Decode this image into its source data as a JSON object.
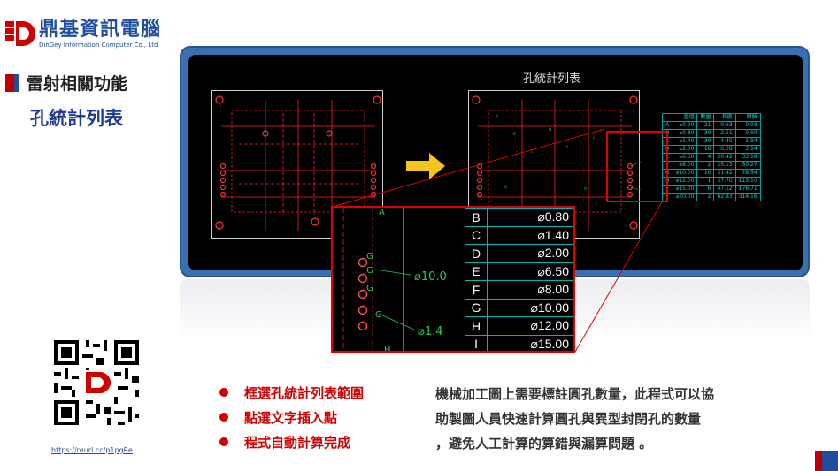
{
  "logo": {
    "name": "鼎基資訊電腦",
    "english": "DinGey Information Computer Co., Ltd"
  },
  "section": {
    "title": "雷射相關功能",
    "subtitle": "孔統計列表"
  },
  "screen": {
    "drawing_title": "孔統計列表",
    "hole_table": {
      "headers": [
        "",
        "直徑",
        "數量",
        "長度",
        "面積"
      ],
      "rows": [
        [
          "A",
          "⌀0.20",
          "21",
          "0.63",
          "0.03"
        ],
        [
          "B",
          "⌀0.80",
          "30",
          "2.51",
          "0.50"
        ],
        [
          "C",
          "⌀1.40",
          "30",
          "4.40",
          "1.54"
        ],
        [
          "D",
          "⌀2.00",
          "16",
          "6.28",
          "3.14"
        ],
        [
          "E",
          "⌀6.50",
          "4",
          "20.42",
          "33.18"
        ],
        [
          "F",
          "⌀8.00",
          "2",
          "25.13",
          "50.27"
        ],
        [
          "G",
          "⌀10.00",
          "10",
          "31.42",
          "78.54"
        ],
        [
          "H",
          "⌀12.00",
          "1",
          "37.70",
          "113.10"
        ],
        [
          "I",
          "⌀15.00",
          "6",
          "47.12",
          "176.71"
        ],
        [
          "J",
          "⌀20.00",
          "2",
          "62.83",
          "314.16"
        ]
      ]
    },
    "zoom": {
      "col_label": "A",
      "labels": {
        "d1": "⌀10.0",
        "d2": "⌀1.4",
        "g1": "G",
        "g2": "G",
        "g3": "G",
        "c": "C",
        "h": "H"
      },
      "rows": [
        [
          "B",
          "⌀0.80"
        ],
        [
          "C",
          "⌀1.40"
        ],
        [
          "D",
          "⌀2.00"
        ],
        [
          "E",
          "⌀6.50"
        ],
        [
          "F",
          "⌀8.00"
        ],
        [
          "G",
          "⌀10.00"
        ],
        [
          "H",
          "⌀12.00"
        ],
        [
          "I",
          "⌀15.00"
        ]
      ]
    }
  },
  "qr_link": "https://reurl.cc/p1pgRe",
  "steps": [
    "框選孔統計列表範圍",
    "點選文字插入點",
    "程式自動計算完成"
  ],
  "description": [
    "機械加工圖上需要標註圓孔數量，此程式可以協",
    "助製圖人員快速計算圓孔與異型封閉孔的數量",
    "，避免人工計算的算錯與漏算問題 。"
  ],
  "colors": {
    "brand_blue": "#1f4e9c",
    "accent_red": "#d00000",
    "cad_red": "#ff2020",
    "cad_cyan": "#00d8d8",
    "frame_blue": "#3a6fb0"
  }
}
